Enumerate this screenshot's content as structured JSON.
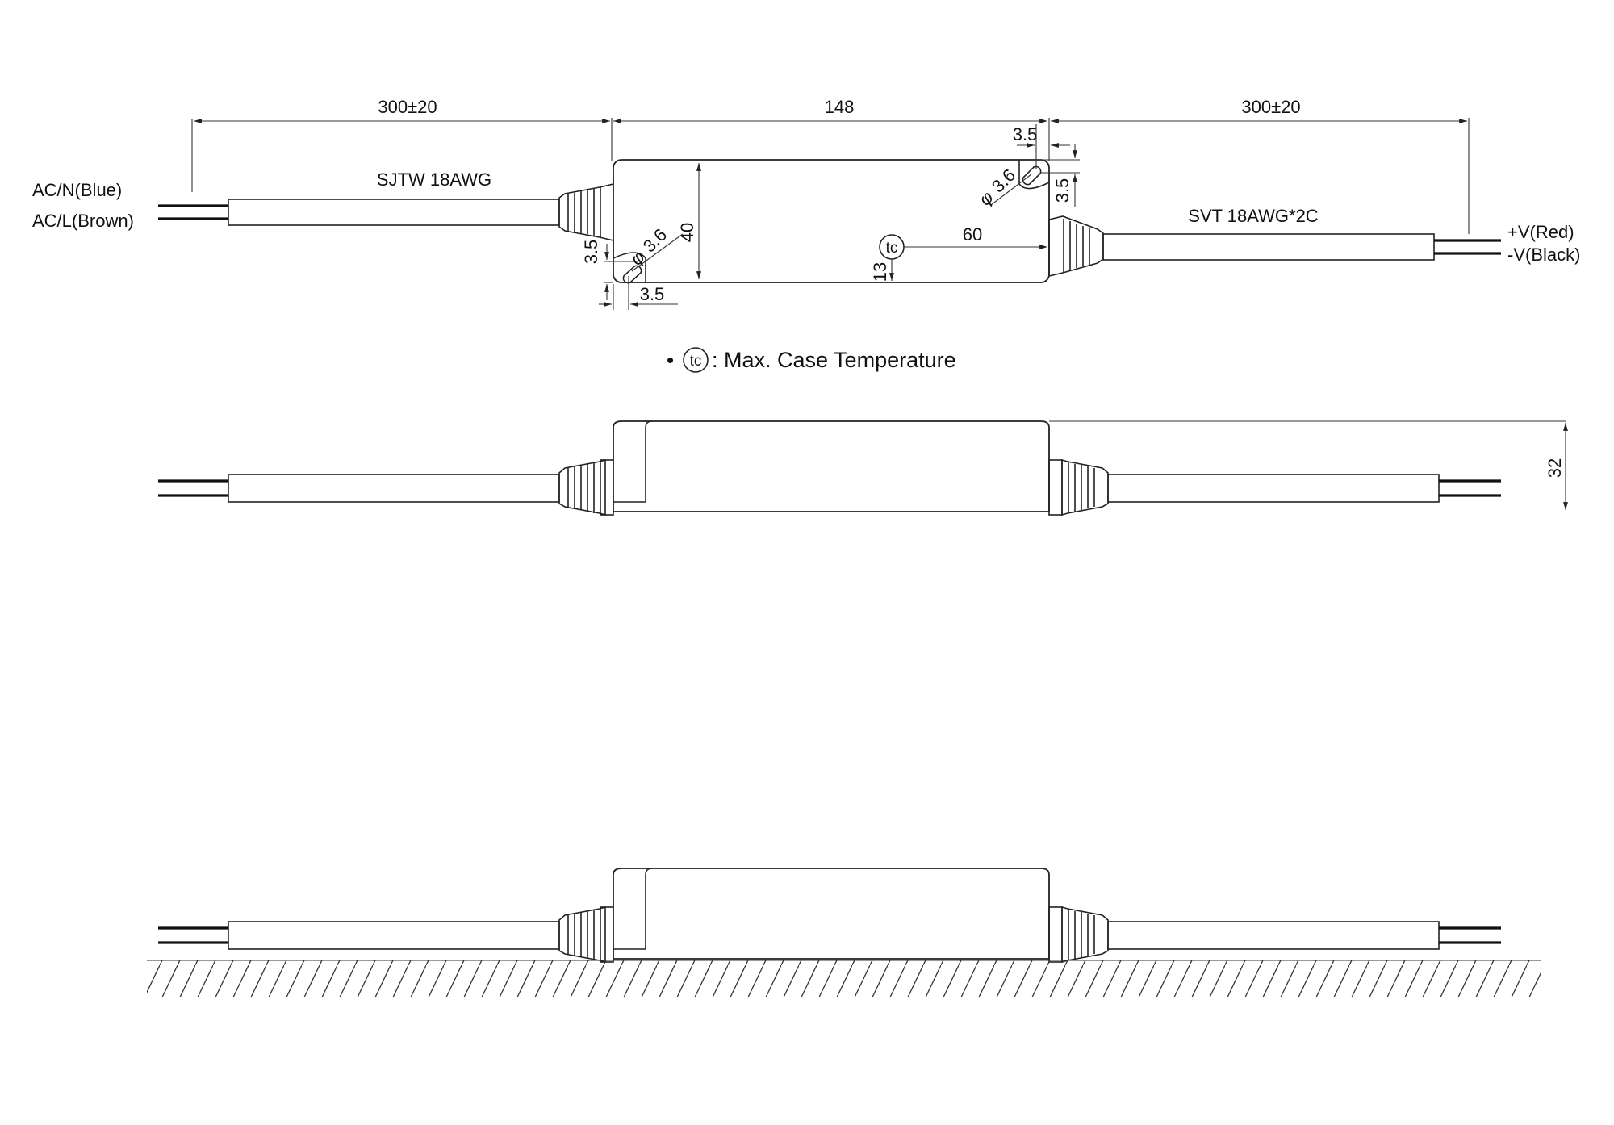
{
  "top_view": {
    "input_length": "300±20",
    "body_length": "148",
    "output_length": "300±20",
    "input_cable": "SJTW  18AWG",
    "output_cable": "SVT  18AWG*2C",
    "input_wire_neutral": "AC/N(Blue)",
    "input_wire_live": "AC/L(Brown)",
    "output_wire_pos": "+V(Red)",
    "output_wire_neg": "-V(Black)",
    "body_width": "40",
    "tc_offset_x": "60",
    "tc_offset_y": "13",
    "tc_symbol": "tc",
    "hole_left_diameter": "3.6",
    "hole_left_offset_x": "3.5",
    "hole_left_offset_y": "3.5",
    "hole_right_diameter": "3.6",
    "hole_right_offset_x": "3.5",
    "hole_right_offset_y": "3.5",
    "diameter_symbol": "φ"
  },
  "legend": {
    "bullet": "•",
    "symbol": "tc",
    "text": ": Max. Case Temperature"
  },
  "side_view": {
    "height": "32"
  }
}
